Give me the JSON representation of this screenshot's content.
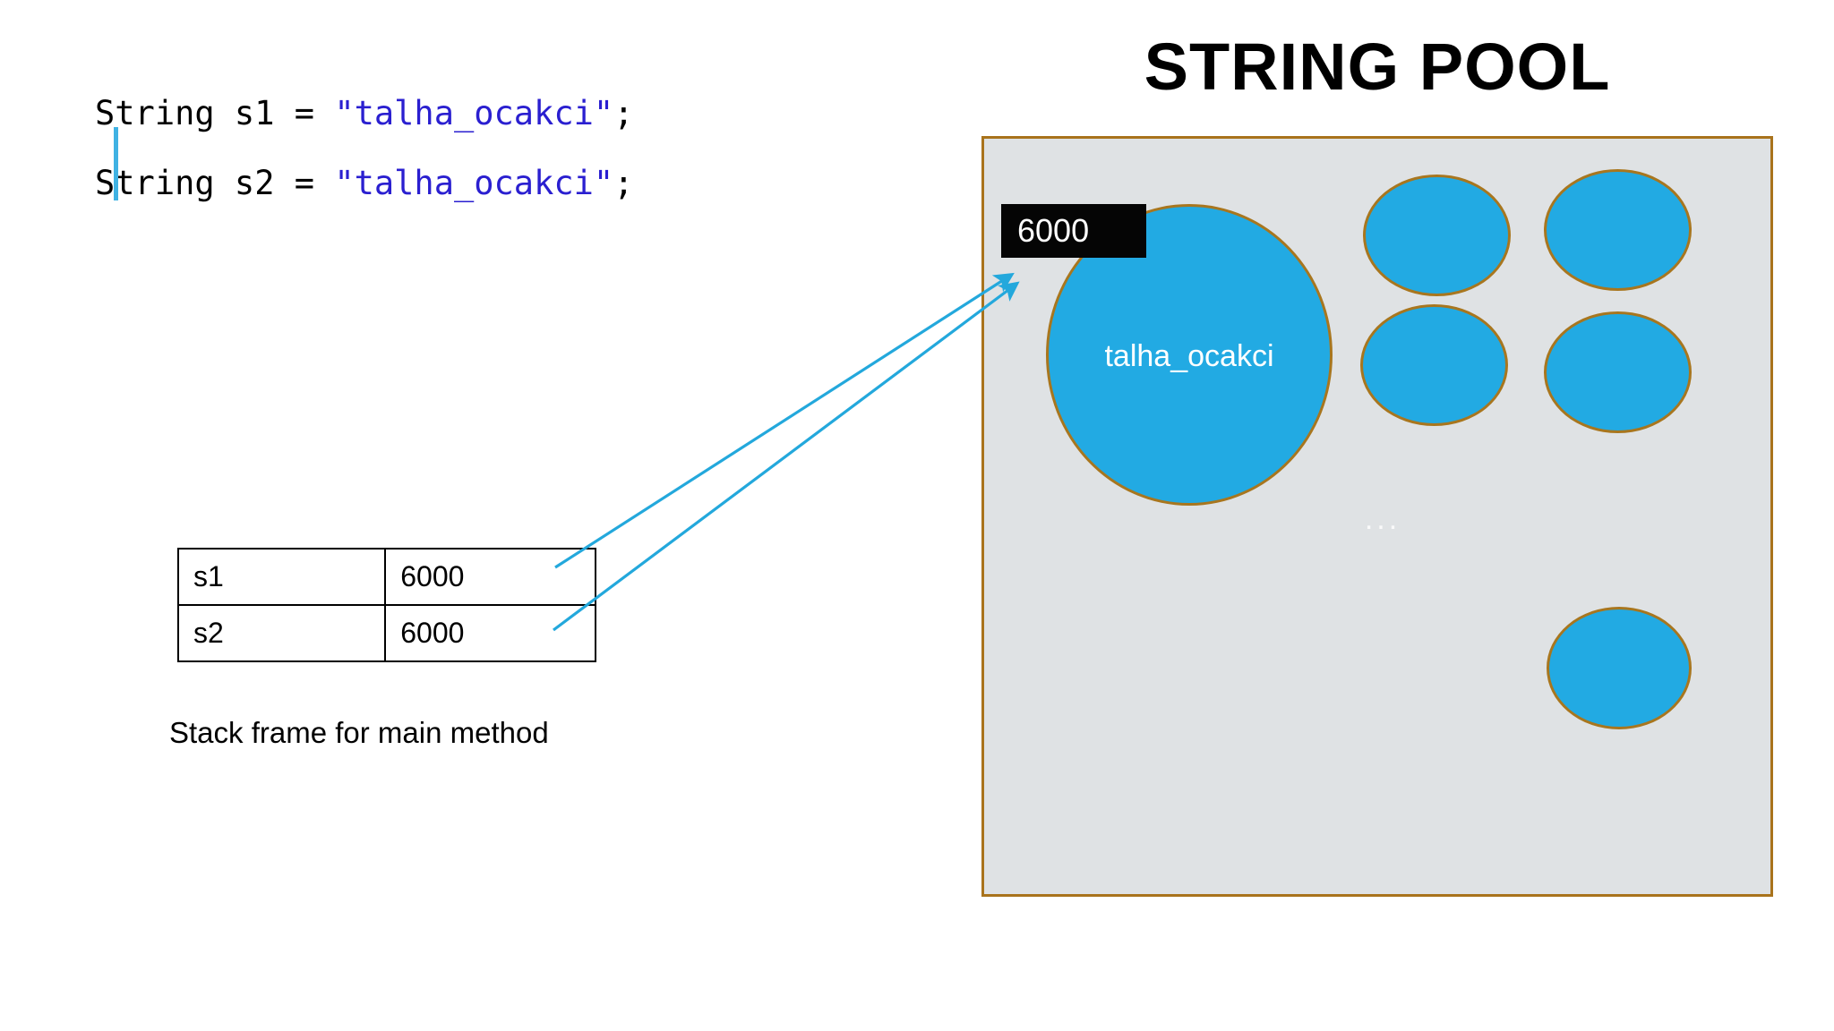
{
  "code": {
    "lines": [
      {
        "prefix": "String s1 = ",
        "literal": "\"talha_ocakci\"",
        "suffix": ";"
      },
      {
        "prefix": "String s2 = ",
        "literal": "\"talha_ocakci\"",
        "suffix": ";"
      }
    ],
    "literal_color": "#2A1FD0",
    "text_color": "#000000",
    "caret_color": "#3FB2E3"
  },
  "stack": {
    "caption": "Stack frame for main method",
    "rows": [
      {
        "name": "s1",
        "value": "6000"
      },
      {
        "name": "s2",
        "value": "6000"
      }
    ]
  },
  "pool": {
    "title": "STRING POOL",
    "panel_fill": "#DFE2E4",
    "panel_border": "#A9731C",
    "ellipse_fill": "#22AAE3",
    "ellipse_border": "#A8761E",
    "big_label": "talha_ocakci",
    "dots": "...",
    "address_tag": "6000",
    "address_tag_bg": "#050505",
    "address_tag_color": "#FFFFFF"
  },
  "arrows": {
    "color": "#23A8DC",
    "count": 2,
    "from_labels": [
      "s1",
      "s2"
    ],
    "to_label": "talha_ocakci"
  }
}
